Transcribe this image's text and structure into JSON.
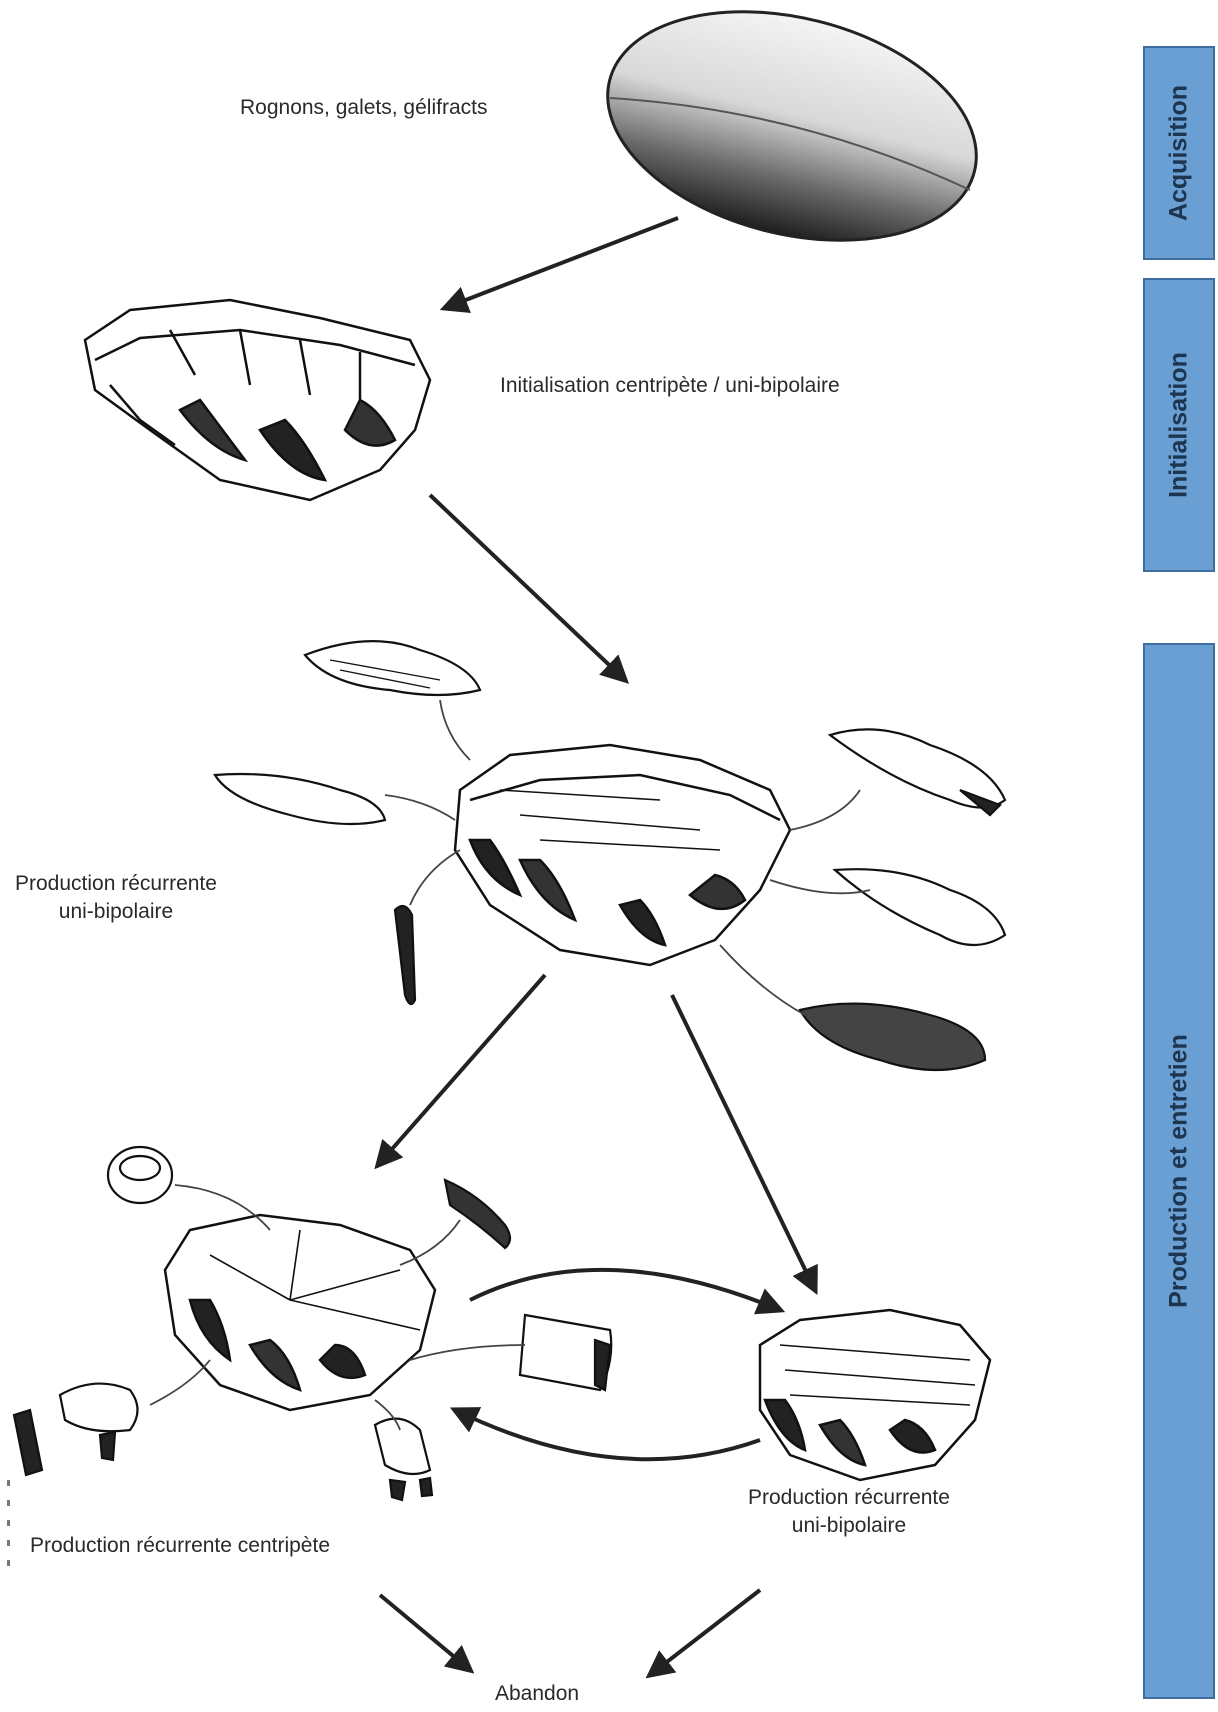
{
  "labels": {
    "raw_material": "Rognons, galets, gélifracts",
    "initialisation": "Initialisation centripète / uni-bipolaire",
    "production_uni_left_line1": "Production récurrente",
    "production_uni_left_line2": "uni-bipolaire",
    "production_centripete": "Production récurrente centripète",
    "production_uni_right_line1": "Production récurrente",
    "production_uni_right_line2": "uni-bipolaire",
    "abandon": "Abandon"
  },
  "phases": {
    "acquisition": "Acquisition",
    "initialisation": "Initialisation",
    "production": "Production et entretien"
  },
  "colors": {
    "phase_fill": "#6a9fd4",
    "phase_border": "#3f6f9f",
    "ink": "#222222"
  }
}
